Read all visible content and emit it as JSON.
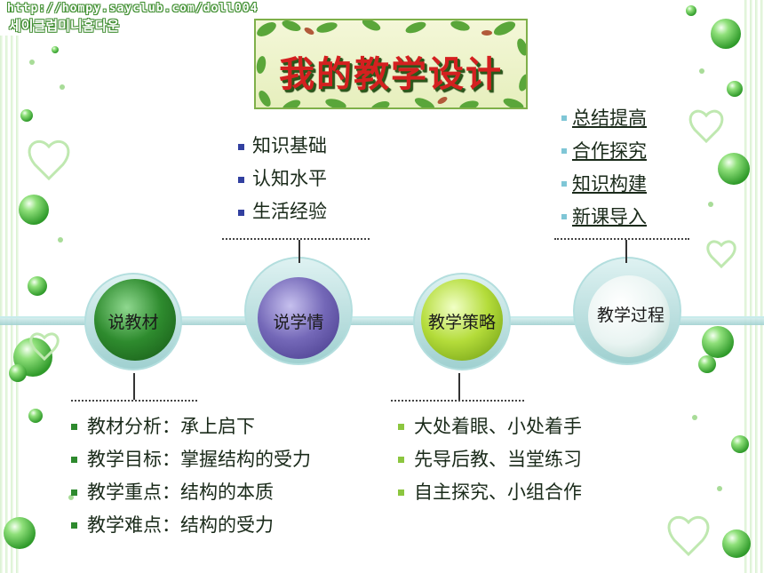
{
  "header": {
    "url_text": "http://hompy.sayclub.com/doll004",
    "korean_text": "세이클럽미니홈다운"
  },
  "title": "我的教学设计",
  "nodes": [
    {
      "label": "说教材"
    },
    {
      "label": "说学情"
    },
    {
      "label": "教学策略"
    },
    {
      "label": "教学过程"
    }
  ],
  "lists": {
    "xueqing": [
      "知识基础",
      "认知水平",
      "生活经验"
    ],
    "guocheng": [
      "总结提高",
      "合作探究",
      "知识构建",
      "新课导入"
    ],
    "jiaocai": [
      "教材分析：承上启下",
      "教学目标：掌握结构的受力",
      "教学重点：结构的本质",
      "教学难点：结构的受力"
    ],
    "celue": [
      "大处着眼、小处着手",
      "先导后教、当堂练习",
      "自主探究、小组合作"
    ]
  },
  "colors": {
    "title_red": "#d42020",
    "node_1": "#2e8b2e",
    "node_2": "#7468b8",
    "node_3": "#9acd32",
    "node_4": "#e9f4f2"
  }
}
